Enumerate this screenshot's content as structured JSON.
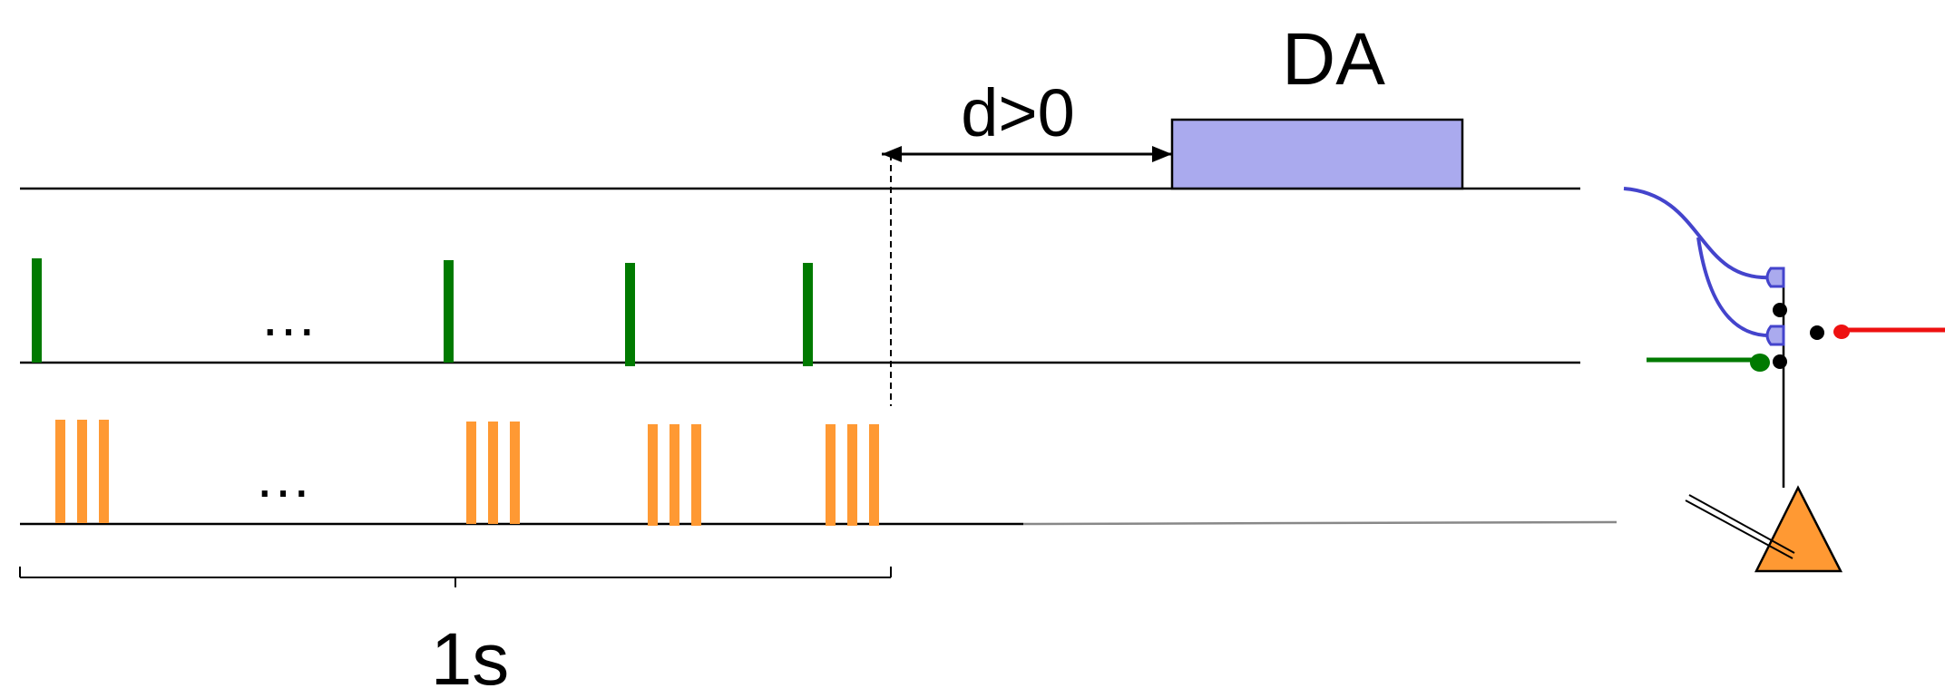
{
  "labels": {
    "da": "DA",
    "delay": "d>0",
    "time_window": "1s",
    "ellipsis_green": "…",
    "ellipsis_orange": "…"
  },
  "colors": {
    "presynaptic_spikes": "#007a00",
    "postsynaptic_spikes": "#ff9933",
    "dopamine_pulse": "#aaaaee",
    "dopamine_axon": "#4444cc",
    "inhibitory_input": "#ee1111",
    "neuron_body": "#ff9933",
    "lines": "#000000"
  },
  "elements": {
    "green_spikes": 4,
    "orange_bursts": 4,
    "spikes_per_burst": 3,
    "dopamine_inputs": 2
  }
}
